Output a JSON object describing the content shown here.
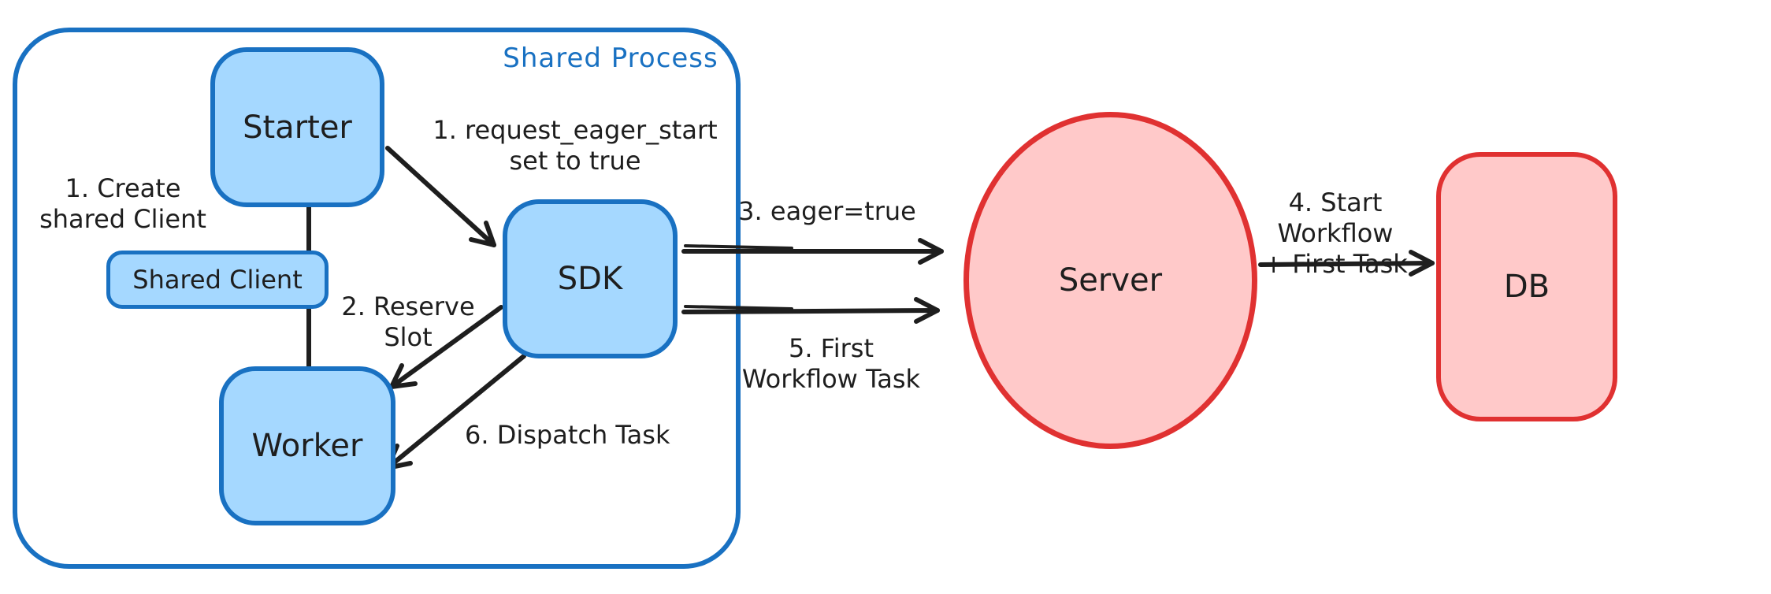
{
  "colors": {
    "blue_stroke": "#1971c2",
    "blue_fill": "#a5d8ff",
    "red_stroke": "#e03131",
    "red_fill": "#ffc9c9",
    "text": "#1e1e1e",
    "background": "#ffffff"
  },
  "container": {
    "label": "Shared Process"
  },
  "nodes": {
    "starter": {
      "label": "Starter"
    },
    "shared_client": {
      "label": "Shared Client"
    },
    "worker": {
      "label": "Worker"
    },
    "sdk": {
      "label": "SDK"
    },
    "server": {
      "label": "Server"
    },
    "db": {
      "label": "DB"
    }
  },
  "annotations": {
    "create_shared_client": "1. Create\nshared Client",
    "request_eager_start": "1. request_eager_start\nset to true",
    "reserve_slot": "2. Reserve\nSlot",
    "eager_true": "3. eager=true",
    "start_workflow": "4. Start Workflow\n+ First Task",
    "first_workflow_task": "5. First\nWorkflow Task",
    "dispatch_task": "6. Dispatch Task"
  }
}
